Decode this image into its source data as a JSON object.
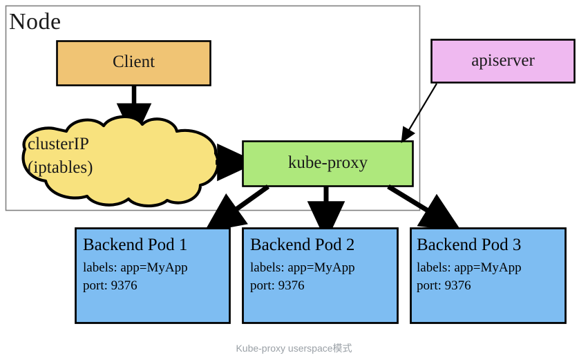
{
  "diagram": {
    "title": "Kube-proxy userspace模式",
    "node_label": "Node",
    "boundary_name": "Node",
    "colors": {
      "client_fill": "#F0C474",
      "cloud_fill": "#F8E27E",
      "proxy_fill": "#AEE87C",
      "apiserver_fill": "#EFB9F0",
      "pod_fill": "#7EBDF2",
      "stroke": "#000000",
      "node_border": "#808080",
      "caption_color": "#9aa0a6",
      "background": "#FFFFFF"
    },
    "nodes": {
      "client": {
        "label": "Client",
        "shape": "rectangle"
      },
      "cluster_ip": {
        "line1": "clusterIP",
        "line2": "(iptables)",
        "shape": "cloud"
      },
      "kube_proxy": {
        "label": "kube-proxy",
        "shape": "rectangle"
      },
      "apiserver": {
        "label": "apiserver",
        "shape": "rectangle"
      }
    },
    "pods": [
      {
        "title": "Backend Pod 1",
        "labels": "labels: app=MyApp",
        "port": "port: 9376"
      },
      {
        "title": "Backend Pod 2",
        "labels": "labels: app=MyApp",
        "port": "port: 9376"
      },
      {
        "title": "Backend Pod 3",
        "labels": "labels: app=MyApp",
        "port": "port: 9376"
      }
    ],
    "edges": [
      {
        "from": "client",
        "to": "cluster_ip",
        "style": "solid-arrow-thick"
      },
      {
        "from": "cluster_ip",
        "to": "kube_proxy",
        "style": "solid-arrow-thick"
      },
      {
        "from": "apiserver",
        "to": "kube_proxy",
        "style": "solid-arrow-thin"
      },
      {
        "from": "kube_proxy",
        "to": "pod_1",
        "style": "solid-arrow-thick"
      },
      {
        "from": "kube_proxy",
        "to": "pod_2",
        "style": "solid-arrow-thick"
      },
      {
        "from": "kube_proxy",
        "to": "pod_3",
        "style": "solid-arrow-thick"
      }
    ]
  }
}
